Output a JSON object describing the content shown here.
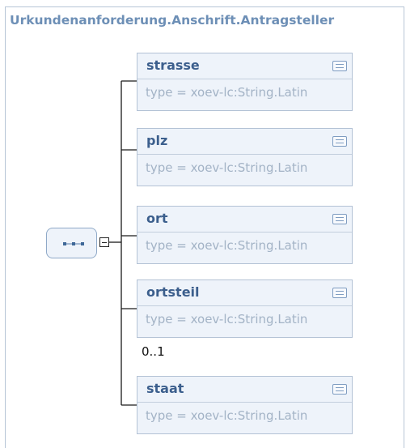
{
  "diagram": {
    "title": "Urkundenanforderung.Anschrift.Antragsteller",
    "elements": [
      {
        "name": "strasse",
        "type": "type = xoev-lc:String.Latin",
        "occurrence": ""
      },
      {
        "name": "plz",
        "type": "type = xoev-lc:String.Latin",
        "occurrence": ""
      },
      {
        "name": "ort",
        "type": "type = xoev-lc:String.Latin",
        "occurrence": ""
      },
      {
        "name": "ortsteil",
        "type": "type = xoev-lc:String.Latin",
        "occurrence": "0..1"
      },
      {
        "name": "staat",
        "type": "type = xoev-lc:String.Latin",
        "occurrence": ""
      }
    ],
    "compositor": {
      "kind": "sequence",
      "icon": "sequence-icon",
      "toggle": "collapse-icon"
    },
    "colors": {
      "title": "#6d8fb6",
      "box_fill": "#eef3fa",
      "box_border": "#b3c2d5",
      "name": "#3c5f8d",
      "type_text": "#a3b3c6"
    }
  }
}
